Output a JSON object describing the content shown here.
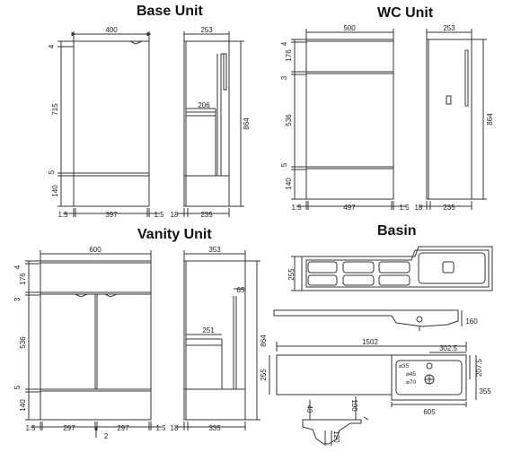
{
  "titles": {
    "base": "Base Unit",
    "wc": "WC Unit",
    "vanity": "Vanity Unit",
    "basin": "Basin"
  },
  "base_unit": {
    "width_top": "400",
    "depth_top": "253",
    "dim_4": "4",
    "dim_715": "715",
    "dim_5": "5",
    "dim_140": "140",
    "dim_864": "864",
    "inner_206": "206",
    "bottom_left": "1.5",
    "bottom_mid": "397",
    "bottom_right": "1.5",
    "side_18": "18",
    "side_235": "235"
  },
  "wc_unit": {
    "width_top": "500",
    "depth_top": "253",
    "dim_4": "4",
    "dim_176": "176",
    "dim_3": "3",
    "dim_536": "536",
    "dim_5": "5",
    "dim_140": "140",
    "dim_864": "864",
    "bottom_left": "1.5",
    "bottom_mid": "497",
    "bottom_right": "1.5",
    "side_18": "18",
    "side_235": "235"
  },
  "vanity_unit": {
    "width_top": "600",
    "depth_top": "353",
    "dim_4": "4",
    "dim_176": "176",
    "dim_3": "3",
    "dim_536": "536",
    "dim_5": "5",
    "dim_140": "140",
    "dim_864": "864",
    "inner_65": "65",
    "inner_251": "251",
    "bottom_left": "1.5",
    "bottom_297a": "297",
    "bottom_297b": "297",
    "bottom_right": "1.5",
    "gap_2": "2",
    "side_18": "18",
    "side_335": "335"
  },
  "basin": {
    "dim_255_top": "255",
    "dim_160": "160",
    "dim_1502": "1502",
    "dim_302_5": "302.5",
    "dim_207_5": "207.5",
    "dim_355": "355",
    "dim_255_front": "255",
    "dim_605": "605",
    "hole_35": "⌀35",
    "hole_45": "⌀45",
    "hole_70": "⌀70",
    "dim_40": "40",
    "dim_100": "100",
    "dim_120": "120"
  }
}
